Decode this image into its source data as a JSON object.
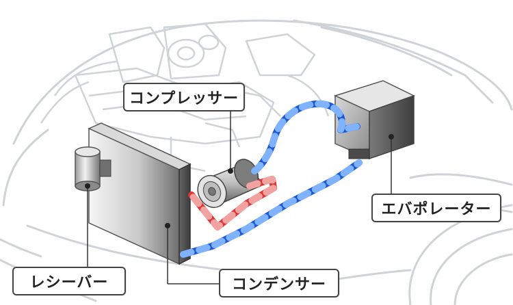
{
  "labels": {
    "compressor": "コンプレッサー",
    "evaporator": "エバポレーター",
    "receiver": "レシーバー",
    "condenser": "コンデンサー"
  },
  "colors": {
    "line_art": "#cfd2d6",
    "pipe_hot": "#d93838",
    "pipe_hot_light": "#f3a2a2",
    "pipe_cold": "#1b57d6",
    "pipe_cold_light": "#7fb2ff",
    "label_border": "#444444",
    "leader": "#333333"
  }
}
